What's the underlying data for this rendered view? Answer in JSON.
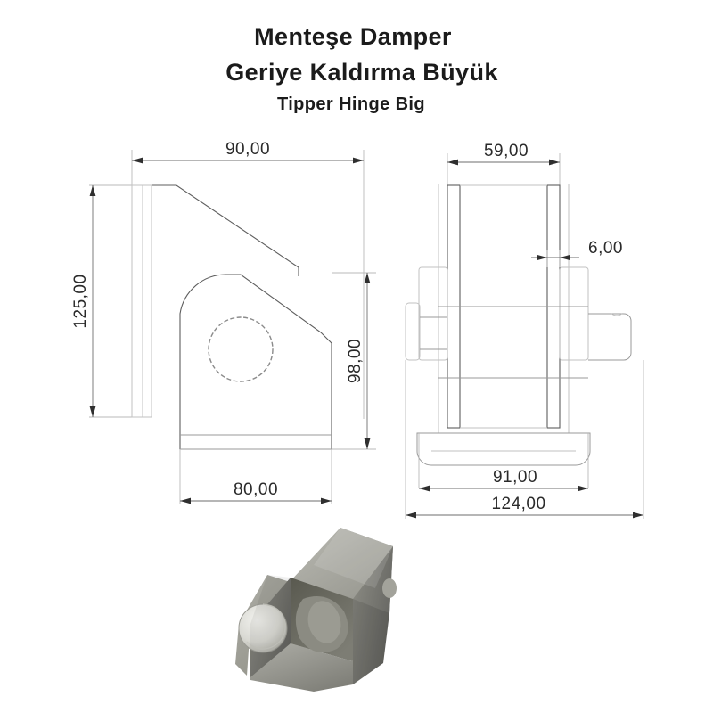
{
  "sheet": {
    "background": "#ffffff",
    "line_color": "#5d5d5d",
    "text_color": "#1b1b1b"
  },
  "title": {
    "line1": "Menteşe Damper",
    "line2": "Geriye Kaldırma Büyük",
    "line3": "Tipper Hinge Big"
  },
  "views": {
    "side_view": {
      "name": "side-elevation",
      "dimensions": {
        "top_width": "90,00",
        "overall_height": "125,00",
        "lug_height": "98,00",
        "base_width": "80,00"
      }
    },
    "front_view": {
      "name": "front-elevation",
      "dimensions": {
        "inner_width": "59,00",
        "wall_thickness": "6,00",
        "body_width": "91,00",
        "overall_width": "124,00"
      }
    },
    "render": {
      "name": "product-render",
      "material_dark": "#6d6d68",
      "material_mid": "#8d8d87",
      "material_light": "#b4b4ae",
      "pin_color": "#e2e2dd"
    }
  }
}
